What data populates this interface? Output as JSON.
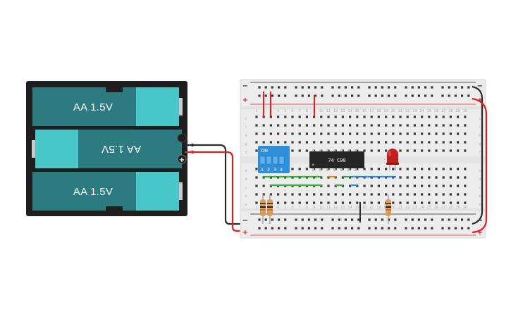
{
  "battery_pack": {
    "cells": [
      {
        "label": "AA 1.5V",
        "orientation": "normal"
      },
      {
        "label": "AA 1.5V",
        "orientation": "flipped"
      },
      {
        "label": "AA 1.5V",
        "orientation": "normal"
      }
    ],
    "plus_symbol": "+"
  },
  "breadboard": {
    "rail_plus_symbol": "+",
    "rail_minus_symbol": "−",
    "row_letters_top": [
      "j",
      "i",
      "h",
      "g",
      "f"
    ],
    "row_letters_bottom": [
      "e",
      "d",
      "c",
      "b",
      "a"
    ],
    "column_count": 30
  },
  "dip_switch": {
    "on_label": "ON",
    "numbers": [
      "1",
      "2",
      "3",
      "4"
    ],
    "color": "#2f8fd8"
  },
  "chip": {
    "label": "74 C00"
  },
  "led": {
    "color": "#c21f1f"
  },
  "colors": {
    "battery_case": "#1e1e1e",
    "cell_body": "#2b7b80",
    "cell_cap": "#49c6c8",
    "board": "#ececec",
    "wire_red": "#e02020",
    "wire_black": "#2a2a2a",
    "wire_green": "#3daa3d",
    "wire_blue": "#2c8ec9",
    "wire_orange": "#e88a1a"
  }
}
